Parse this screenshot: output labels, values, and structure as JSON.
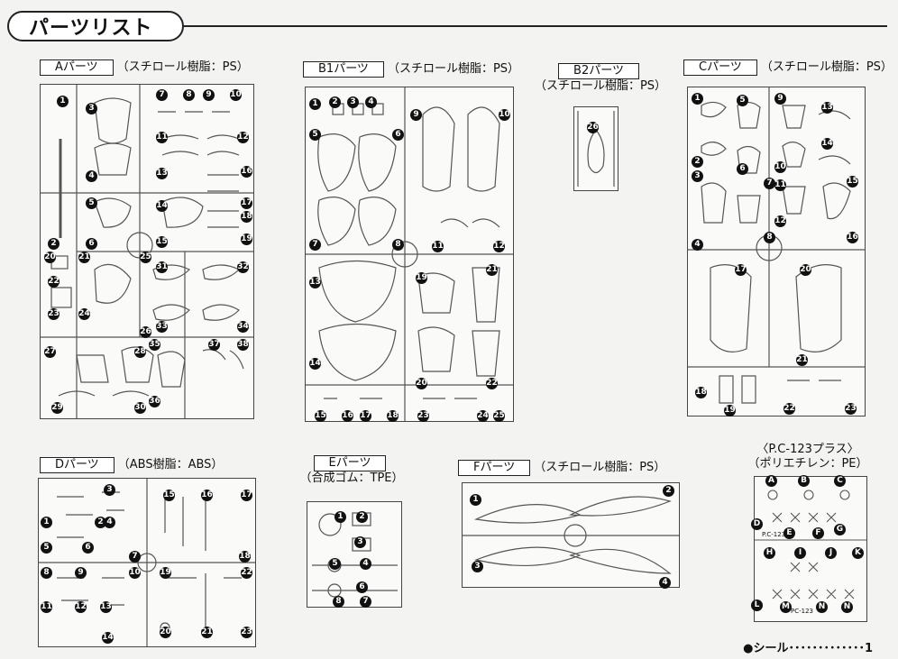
{
  "title": "パーツリスト",
  "panels": {
    "a": {
      "name": "Aパーツ",
      "material": "（スチロール樹脂：PS）"
    },
    "b1": {
      "name": "B1パーツ",
      "material": "（スチロール樹脂：PS）"
    },
    "b2": {
      "name": "B2パーツ",
      "material": "（スチロール樹脂：PS）"
    },
    "c": {
      "name": "Cパーツ",
      "material": "（スチロール樹脂：PS）"
    },
    "d": {
      "name": "Dパーツ",
      "material": "（ABS樹脂：ABS）"
    },
    "e": {
      "name": "Eパーツ",
      "material": "（合成ゴム：TPE）"
    },
    "f": {
      "name": "Fパーツ",
      "material": "（スチロール樹脂：PS）"
    },
    "pc": {
      "name": "〈P.C-123プラス〉",
      "material": "（ポリエチレン：PE）"
    }
  },
  "sprue_numbers": {
    "a": [
      "1",
      "2",
      "3",
      "4",
      "5",
      "6",
      "7",
      "8",
      "9",
      "10",
      "11",
      "12",
      "13",
      "14",
      "15",
      "16",
      "17",
      "18",
      "19",
      "20",
      "21",
      "22",
      "23",
      "24",
      "25",
      "26",
      "27",
      "28",
      "29",
      "30",
      "31",
      "32",
      "33",
      "34",
      "35",
      "36",
      "37",
      "38"
    ],
    "b1": [
      "1",
      "2",
      "3",
      "4",
      "5",
      "6",
      "7",
      "8",
      "9",
      "10",
      "11",
      "12",
      "13",
      "14",
      "15",
      "16",
      "17",
      "18",
      "19",
      "20",
      "21",
      "22",
      "23",
      "24",
      "25"
    ],
    "b2": [
      "26"
    ],
    "c": [
      "1",
      "2",
      "3",
      "4",
      "5",
      "6",
      "7",
      "8",
      "9",
      "10",
      "11",
      "12",
      "13",
      "14",
      "15",
      "16",
      "17",
      "18",
      "19",
      "20",
      "21",
      "22",
      "23"
    ],
    "d": [
      "1",
      "2",
      "3",
      "4",
      "5",
      "6",
      "7",
      "8",
      "9",
      "10",
      "11",
      "12",
      "13",
      "14",
      "15",
      "16",
      "17",
      "18",
      "19",
      "20",
      "21",
      "22",
      "23"
    ],
    "e": [
      "1",
      "2",
      "3",
      "4",
      "5",
      "6",
      "7",
      "8"
    ],
    "f": [
      "1",
      "2",
      "3",
      "4"
    ],
    "pc": [
      "A",
      "B",
      "C",
      "D",
      "E",
      "F",
      "G",
      "H",
      "I",
      "J",
      "K",
      "L",
      "M",
      "N",
      "N"
    ]
  },
  "pc_marks": [
    "P.C-123",
    "PC-123"
  ],
  "footer": "●シール･････････････1"
}
